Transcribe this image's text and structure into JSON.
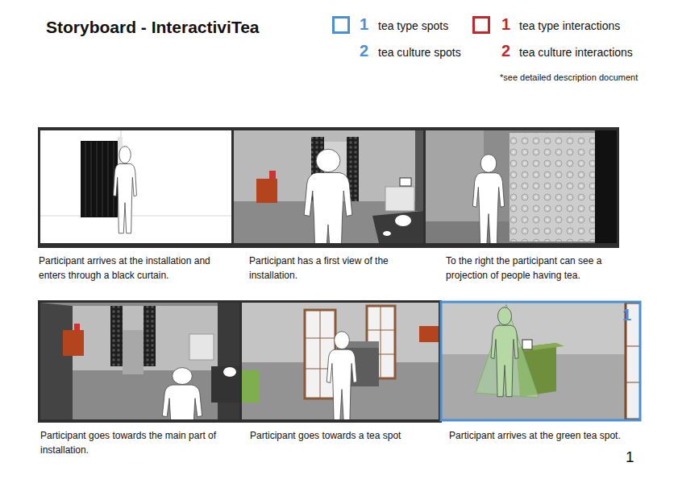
{
  "diagram": {
    "title": "Storyboard - InteractiviTea",
    "nodes": [
      {
        "text": [
          "Participant arrives at the installation and enters through a black curtain."
        ]
      },
      {
        "text": [
          "Participant has a first view of the installation."
        ]
      },
      {
        "text": [
          "To the right the participant can see a projection of people having tea."
        ]
      },
      {
        "text": [
          "Participant goes towards the main part of installation."
        ]
      },
      {
        "text": [
          "Participant goes towards a tea spot"
        ]
      },
      {
        "text": [
          "1",
          "Participant arrives at the green tea spot."
        ]
      }
    ],
    "labels": [
      "1",
      "2",
      "1",
      "2",
      "*see detailed description document",
      "1"
    ],
    "legend": [
      {
        "text": "tea type spots",
        "color": "#4b8fd4"
      },
      {
        "text": "tea culture spots"
      },
      {
        "text": "tea type interactions",
        "color": "#c1272d"
      },
      {
        "text": "tea culture interactions"
      }
    ]
  }
}
